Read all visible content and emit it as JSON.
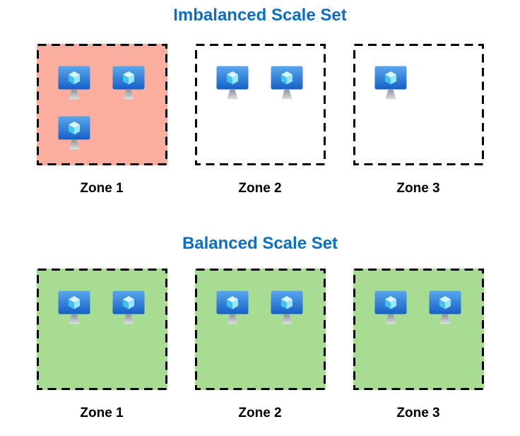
{
  "colors": {
    "title_blue": "#0B6FC6",
    "overloaded_fill": "#FCAE9E",
    "balanced_fill": "#A9DC93",
    "empty_fill": "#FFFFFF",
    "border_black": "#000000"
  },
  "sections": [
    {
      "title": "Imbalanced Scale Set",
      "zones": [
        {
          "label": "Zone 1",
          "vm_count": 3,
          "state": "overloaded"
        },
        {
          "label": "Zone 2",
          "vm_count": 2,
          "state": "empty"
        },
        {
          "label": "Zone 3",
          "vm_count": 1,
          "state": "empty"
        }
      ]
    },
    {
      "title": "Balanced Scale Set",
      "zones": [
        {
          "label": "Zone 1",
          "vm_count": 2,
          "state": "balanced"
        },
        {
          "label": "Zone 2",
          "vm_count": 2,
          "state": "balanced"
        },
        {
          "label": "Zone 3",
          "vm_count": 2,
          "state": "balanced"
        }
      ]
    }
  ],
  "icons": {
    "vm": "azure-virtual-machine-icon"
  }
}
